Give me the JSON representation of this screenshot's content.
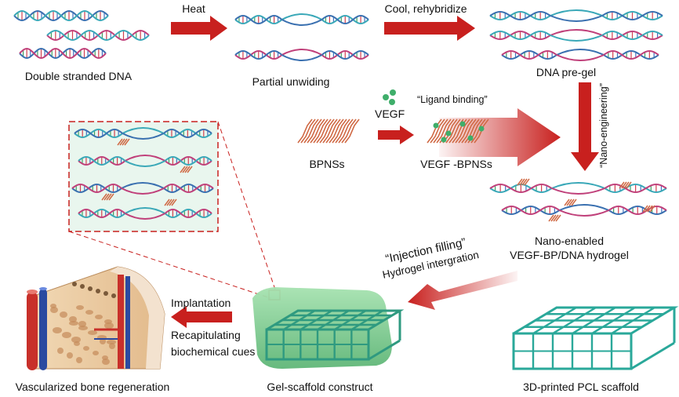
{
  "labels": {
    "double_stranded_dna": "Double stranded DNA",
    "heat": "Heat",
    "partial_unwinding": "Partial unwiding",
    "cool_rehybridize": "Cool, rehybridize",
    "dna_pregel": "DNA pre-gel",
    "vegf": "VEGF",
    "ligand_binding": "“Ligand binding”",
    "bpnss": "BPNSs",
    "vegf_bpnss": "VEGF -BPNSs",
    "nano_engineering": "“Nano-engineering”",
    "nano_enabled_line1": "Nano-enabled",
    "nano_enabled_line2": "VEGF-BP/DNA hydrogel",
    "injection_filling": "“Injection filling”",
    "hydrogel_integration": "Hydrogel intergration",
    "implantation": "Implantation",
    "recapitulating_line1": "Recapitulating",
    "recapitulating_line2": "biochemical cues",
    "vascularized_bone": "Vascularized bone regeneration",
    "gel_scaffold": "Gel-scaffold construct",
    "pcl_scaffold": "3D-printed PCL scaffold"
  },
  "colors": {
    "arrow_red": "#c8201e",
    "dna_pink": "#c0407a",
    "dna_blue": "#3a70b0",
    "dna_teal": "#3aa8b8",
    "bpns_orange": "#d06a45",
    "vegf_green": "#3fae6a",
    "scaffold_teal": "#2aa89a",
    "gel_green": "#7fcf8f",
    "bone_tan": "#e8c9a0",
    "vessel_red": "#c8302a",
    "vessel_blue": "#2a4aa0"
  }
}
